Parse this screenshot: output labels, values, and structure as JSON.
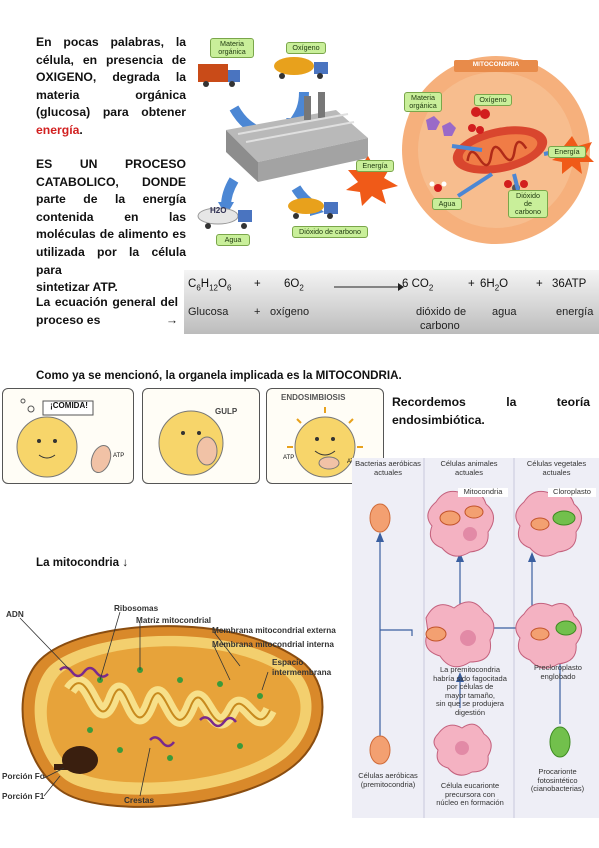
{
  "intro": {
    "line1": "En pocas palabras, la",
    "line2": "célula, en presencia de",
    "line3": "OXIGENO, degrada la",
    "line4": "materia orgánica",
    "line5": "(glucosa) para obtener",
    "line6_red": "energía",
    "line6_end": "."
  },
  "catabolic": {
    "line1": "ES UN PROCESO",
    "line2": "CATABOLICO, DONDE",
    "line3": "parte de la energía",
    "line4": "contenida en las",
    "line5": "moléculas de alimento es",
    "line6": "utilizada por la célula para",
    "line7": "sintetizar ATP."
  },
  "equation_intro": {
    "line1": "La ecuación general del",
    "line2": "proceso es",
    "arrow": "→"
  },
  "equation": {
    "glucose_formula": "C6H12O6",
    "plus1": "+",
    "oxygen_formula": "6O2",
    "co2_formula": "6 CO2",
    "plus2": "+",
    "water_formula": "6H2O",
    "plus3": "+",
    "atp": "36ATP",
    "glucose_name": "Glucosa",
    "plus4": "+",
    "oxygen_name": "oxígeno",
    "co2_name_1": "dióxido de",
    "co2_name_2": "carbono",
    "water_name": "agua",
    "energy_name": "energía"
  },
  "top_diagram": {
    "materia_organica_1": "Materia",
    "materia_organica_2": "orgánica",
    "oxigeno": "Oxígeno",
    "energia": "Energía",
    "h2o": "H2O",
    "agua": "Agua",
    "dioxido": "Dióxido de carbono",
    "mito_header": "MITOCONDRIA",
    "mito_materia_1": "Materia",
    "mito_materia_2": "orgánica",
    "mito_oxigeno": "Oxígeno",
    "mito_energia": "Energía",
    "mito_agua": "Agua",
    "mito_dioxido_1": "Dióxido",
    "mito_dioxido_2": "de",
    "mito_dioxido_3": "carbono"
  },
  "organelle_line": "Como ya se mencionó, la organela implicada es la MITOCONDRIA.",
  "cartoons": {
    "comida": "¡COMIDA!",
    "atp1": "ATP",
    "gulp": "GULP",
    "endosimbiosis": "ENDOSIMBIOSIS",
    "atp2": "ATP",
    "atp3": "ATP"
  },
  "recordemos": {
    "line1": "Recordemos la teoría",
    "line2": "endosimbiótica."
  },
  "endo_diagram": {
    "col1_header_1": "Bacterias aeróbicas",
    "col1_header_2": "actuales",
    "col2_header_1": "Células animales",
    "col2_header_2": "actuales",
    "col3_header_1": "Células vegetales",
    "col3_header_2": "actuales",
    "mitocondria": "Mitocondria",
    "cloroplasto": "Cloroplasto",
    "precloroplasto_1": "Precloroplasto",
    "precloroplasto_2": "englobado",
    "premito_text_1": "La premitocondria",
    "premito_text_2": "habría sido fagocitada",
    "premito_text_3": "por células de",
    "premito_text_4": "mayor tamaño,",
    "premito_text_5": "sin que se produjera",
    "premito_text_6": "digestión",
    "aerob_1": "Células aeróbicas",
    "aerob_2": "(premitocondria)",
    "euk_1": "Célula eucarionte",
    "euk_2": "precursora con",
    "euk_3": "núcleo en formación",
    "proc_1": "Procarionte",
    "proc_2": "fotosintético",
    "proc_3": "(cianobacterias)"
  },
  "mito_section": {
    "title": "La mitocondria ↓",
    "adn": "ADN",
    "ribosomas": "Ribosomas",
    "matriz": "Matriz mitocondrial",
    "membrana_externa": "Membrana mitocondrial externa",
    "membrana_interna": "Membrana mitocondrial interna",
    "espacio_1": "Espacio",
    "espacio_2": "intermembrana",
    "porcion_fo": "Porción Fo",
    "porcion_f1": "Porción F1",
    "crestas": "Crestas"
  }
}
